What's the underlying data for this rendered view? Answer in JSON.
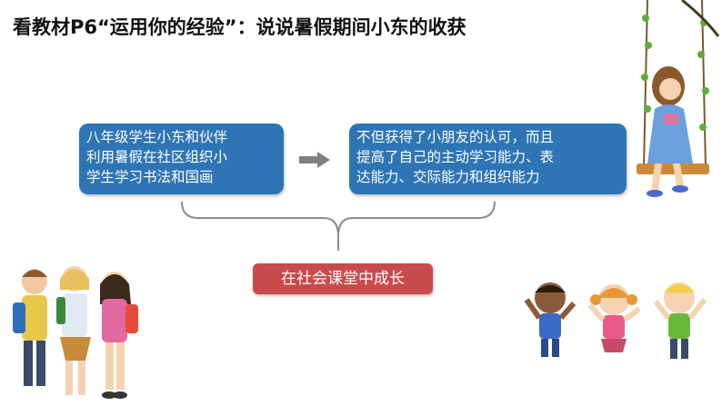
{
  "title": "看教材P6“运用你的经验”：说说暑假期间小东的收获",
  "left_box": {
    "lines": [
      "八年级学生小东和伙伴",
      "利用暑假在社区组织小",
      "学生学习书法和国画"
    ]
  },
  "right_box": {
    "lines": [
      "不但获得了小朋友的认可，而且",
      "提高了自己的主动学习能力、表",
      "达能力、交际能力和组织能力"
    ]
  },
  "result_label": "在社会课堂中成长",
  "colors": {
    "box_blue": "#2e75b6",
    "result_red": "#c94a4a",
    "arrow_gray": "#808080",
    "bracket_gray": "#8c8c8c"
  },
  "icons": {
    "flow_arrow": "right-arrow-icon",
    "girl_swing": "girl-on-swing-illustration",
    "students": "students-with-backpacks-illustration",
    "kids": "jumping-kids-illustration"
  }
}
